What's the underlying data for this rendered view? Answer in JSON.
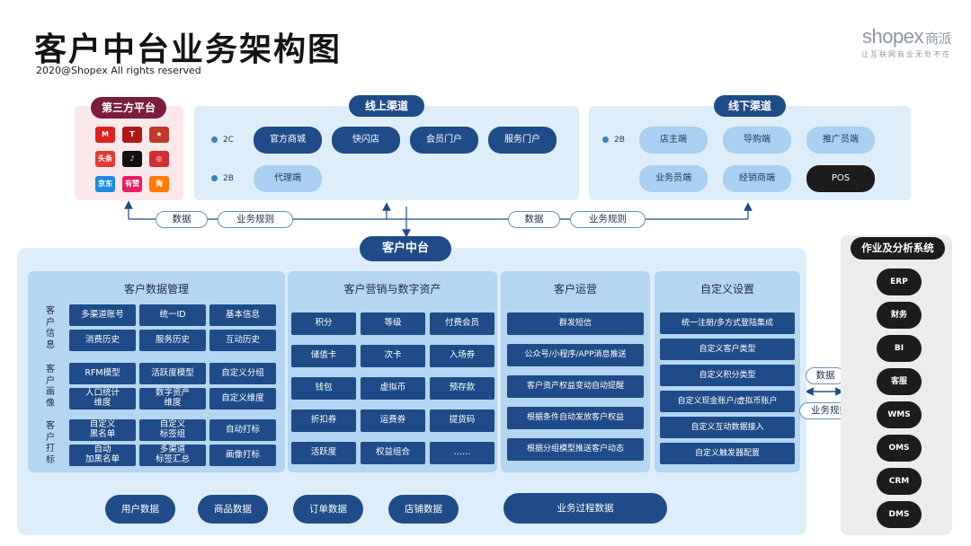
{
  "header": {
    "title": "客户中台业务架构图",
    "copyright": "2020@Shopex All rights reserved",
    "brand_logo": "shopex",
    "brand_cn": "商派",
    "brand_slogan": "让互联网商业无处不在"
  },
  "third_party": {
    "title": "第三方平台",
    "apps": [
      {
        "icon": "tmall-icon",
        "label": "M",
        "color": "#e02020"
      },
      {
        "icon": "tesla-icon",
        "label": "T",
        "color": "#b01818"
      },
      {
        "icon": "brand-icon",
        "label": "★",
        "color": "#c0392b"
      },
      {
        "icon": "toutiao-icon",
        "label": "头条",
        "color": "#e53935"
      },
      {
        "icon": "tiktok-icon",
        "label": "♪",
        "color": "#111111"
      },
      {
        "icon": "netease-icon",
        "label": "◎",
        "color": "#d32f2f"
      },
      {
        "icon": "jd-icon",
        "label": "京东",
        "color": "#1e88e5"
      },
      {
        "icon": "youzan-icon",
        "label": "有赞",
        "color": "#e91e63"
      },
      {
        "icon": "taobao-icon",
        "label": "淘",
        "color": "#ff7a00"
      }
    ]
  },
  "online": {
    "title": "线上渠道",
    "row_2c_label": "2C",
    "row_2b_label": "2B",
    "row_2c": [
      "官方商城",
      "快闪店",
      "会员门户",
      "服务门户"
    ],
    "row_2b": [
      "代理端"
    ]
  },
  "offline": {
    "title": "线下渠道",
    "row_2c_label": "2B",
    "row_1": [
      "店主端",
      "导购端",
      "推广员端"
    ],
    "row_2": [
      "业务员端",
      "经销商端",
      "POS"
    ]
  },
  "flows": {
    "left_data": "数据",
    "left_rules": "业务规则",
    "right_data": "数据",
    "right_rules": "业务规则",
    "side_data": "数据",
    "side_rules": "业务规则"
  },
  "core": {
    "title": "客户中台",
    "data_mgmt": {
      "title": "客户数据管理",
      "groups": [
        {
          "label": "客户信息",
          "cells": [
            "多渠道账号",
            "统一ID",
            "基本信息",
            "消费历史",
            "服务历史",
            "互动历史"
          ]
        },
        {
          "label": "客户画像",
          "cells": [
            "RFM模型",
            "活跃度模型",
            "自定义分组",
            "人口统计\n维度",
            "数字资产\n维度",
            "自定义维度"
          ]
        },
        {
          "label": "客户打标",
          "cells": [
            "自定义\n黑名单",
            "自定义\n标签组",
            "自动打标",
            "自动\n加黑名单",
            "多渠道\n标签汇总",
            "画像打标"
          ]
        }
      ]
    },
    "marketing": {
      "title": "客户营销与数字资产",
      "cells": [
        "积分",
        "等级",
        "付费会员",
        "储值卡",
        "次卡",
        "入场券",
        "钱包",
        "虚拟币",
        "预存款",
        "折扣券",
        "运费券",
        "提货码",
        "活跃度",
        "权益组合",
        "……"
      ]
    },
    "operations": {
      "title": "客户运营",
      "cells": [
        "群发短信",
        "公众号/小程序/APP消息推送",
        "客户资产权益变动自动提醒",
        "根据条件自动发放客户权益",
        "根据分组模型推送客户动态"
      ]
    },
    "custom": {
      "title": "自定义设置",
      "cells": [
        "统一注册/多方式登陆集成",
        "自定义客户类型",
        "自定义积分类型",
        "自定义现金账户/虚拟币账户",
        "自定义互动数据接入",
        "自定义触发器配置"
      ]
    },
    "data_sources": [
      "用户数据",
      "商品数据",
      "订单数据",
      "店铺数据",
      "业务过程数据"
    ]
  },
  "ops_system": {
    "title": "作业及分析系统",
    "items": [
      "ERP",
      "财务",
      "BI",
      "客服",
      "WMS",
      "OMS",
      "CRM",
      "DMS"
    ]
  }
}
